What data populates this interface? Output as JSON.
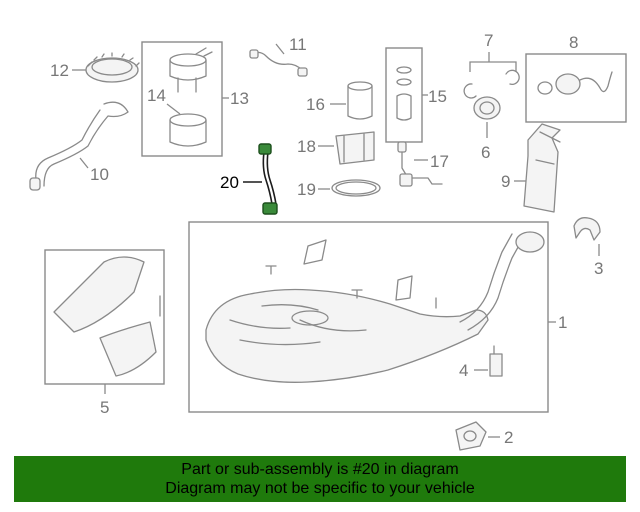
{
  "diagram": {
    "callouts": [
      "1",
      "2",
      "3",
      "4",
      "5",
      "6",
      "7",
      "8",
      "9",
      "10",
      "11",
      "12",
      "13",
      "14",
      "15",
      "16",
      "17",
      "18",
      "19",
      "20"
    ],
    "highlighted_part": "20",
    "colors": {
      "highlight": "#1f7a0c",
      "line": "#8a8a8a",
      "label": "#777777"
    }
  },
  "banner": {
    "line1": "Part or sub-assembly is #20 in diagram",
    "line2": "Diagram may not be specific to your vehicle"
  }
}
